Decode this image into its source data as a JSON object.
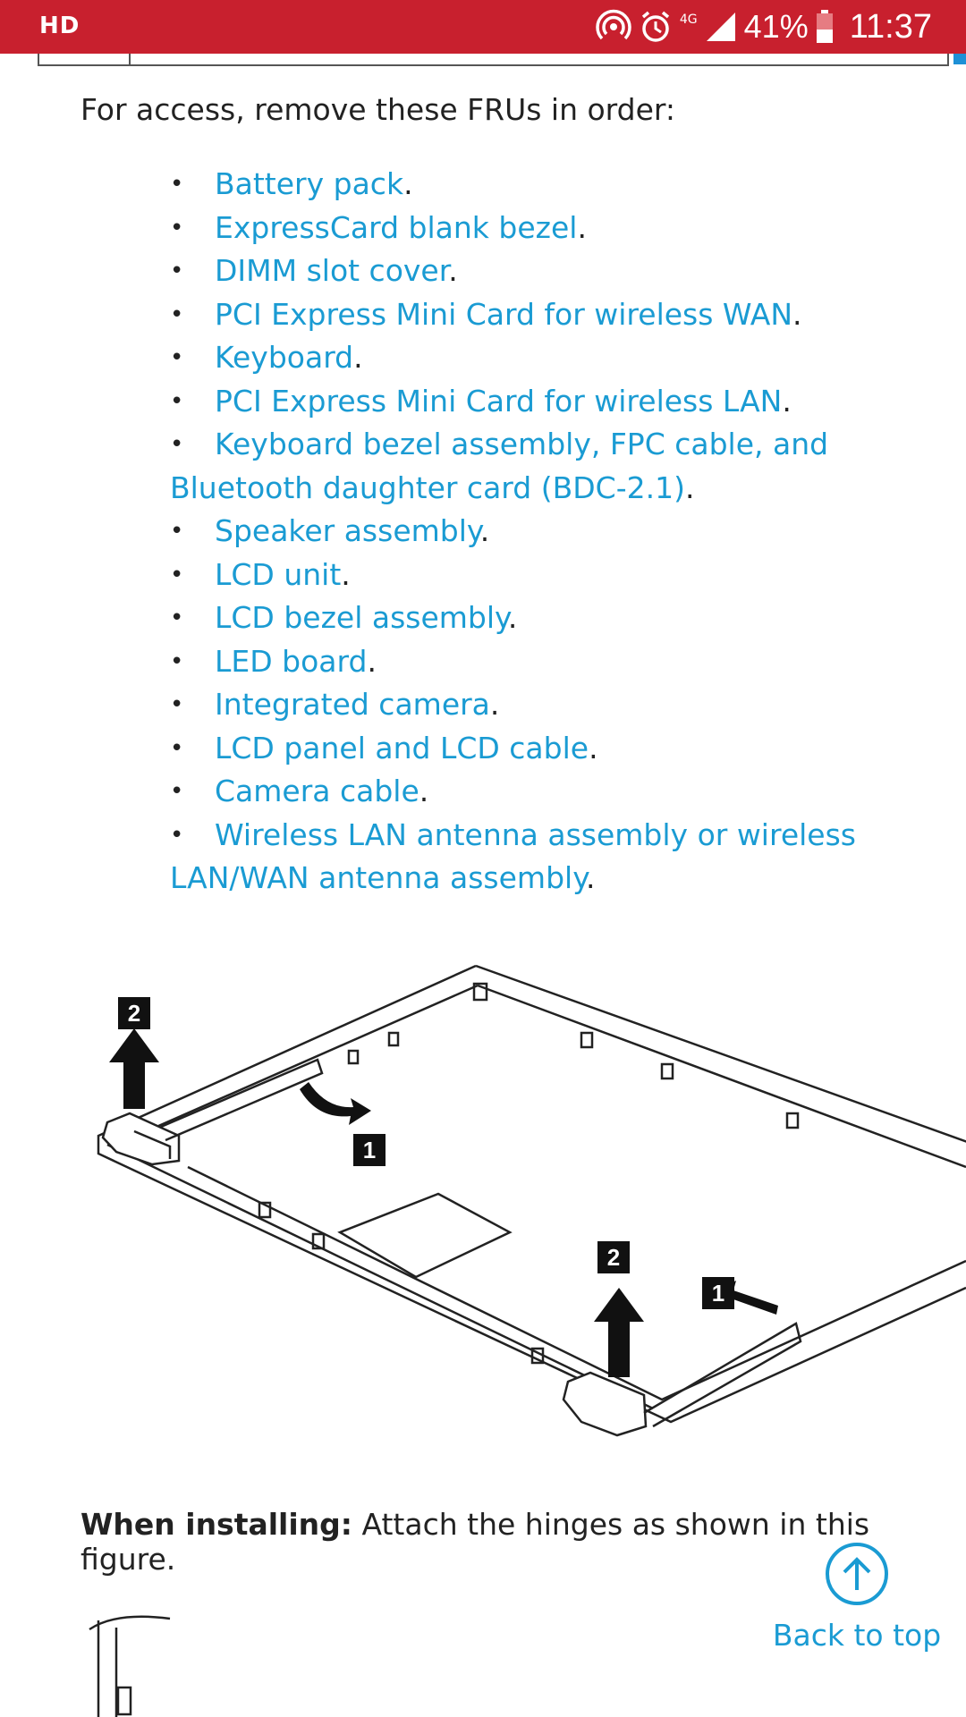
{
  "status_bar": {
    "hd_label": "HD",
    "network_label": "4G",
    "battery_percent": "41%",
    "time": "11:37"
  },
  "intro": "For access, remove these FRUs in order:",
  "frus": [
    {
      "label": "Battery pack"
    },
    {
      "label": "ExpressCard blank bezel"
    },
    {
      "label": "DIMM slot cover"
    },
    {
      "label": "PCI Express Mini Card for wireless WAN"
    },
    {
      "label": "Keyboard"
    },
    {
      "label": "PCI Express Mini Card for wireless LAN"
    },
    {
      "label": "Keyboard bezel assembly, FPC cable, and Bluetooth daughter card (BDC-2.1)"
    },
    {
      "label": "Speaker assembly"
    },
    {
      "label": "LCD unit"
    },
    {
      "label": "LCD bezel assembly"
    },
    {
      "label": "LED board"
    },
    {
      "label": "Integrated camera"
    },
    {
      "label": "LCD panel and LCD cable"
    },
    {
      "label": "Camera cable"
    },
    {
      "label": "Wireless LAN antenna assembly or wireless LAN/WAN antenna assembly"
    }
  ],
  "punctuation": ".",
  "figure_callouts": {
    "one": "1",
    "two": "2"
  },
  "installing": {
    "lead": "When installing:",
    "text": " Attach the hinges as shown in this figure."
  },
  "back_to_top": "Back to top"
}
